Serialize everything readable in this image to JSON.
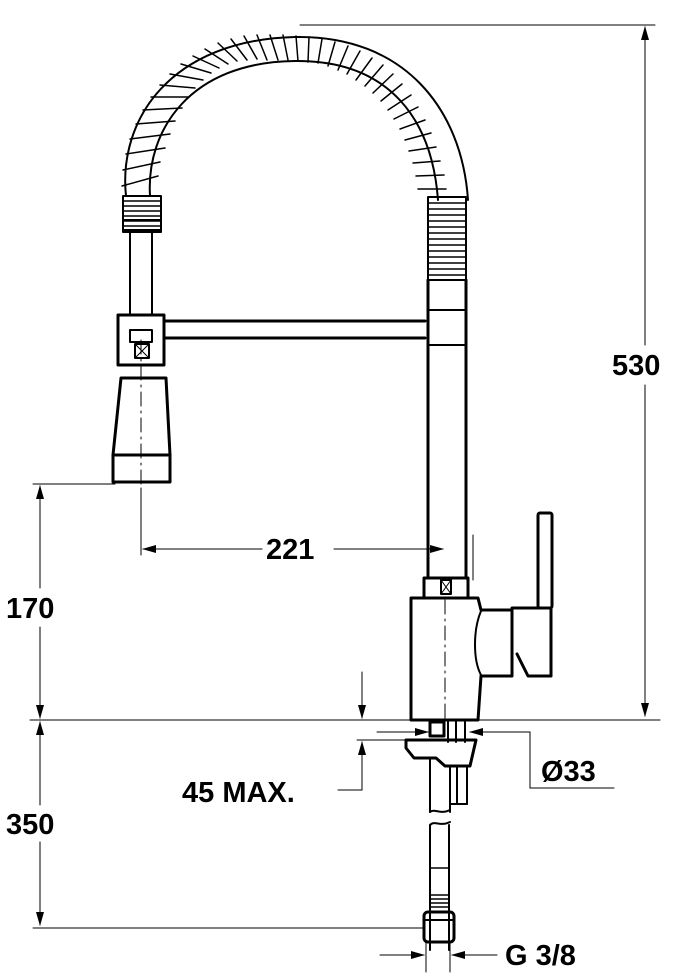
{
  "drawing": {
    "subject": "pull-down spring kitchen faucet",
    "units": "mm",
    "line_color": "#000000",
    "background": "#ffffff"
  },
  "dimensions": {
    "total_height": {
      "label": "530",
      "value": 530
    },
    "spout_reach": {
      "label": "221",
      "value": 221
    },
    "spout_clearance_height": {
      "label": "170",
      "value": 170
    },
    "supply_hose_length": {
      "label": "350",
      "value": 350
    },
    "max_deck_thickness": {
      "label": "45 MAX.",
      "value": 45
    },
    "mounting_hole_diameter": {
      "label": "Ø33",
      "value": 33
    },
    "connection_thread": {
      "label": "G 3/8"
    }
  }
}
